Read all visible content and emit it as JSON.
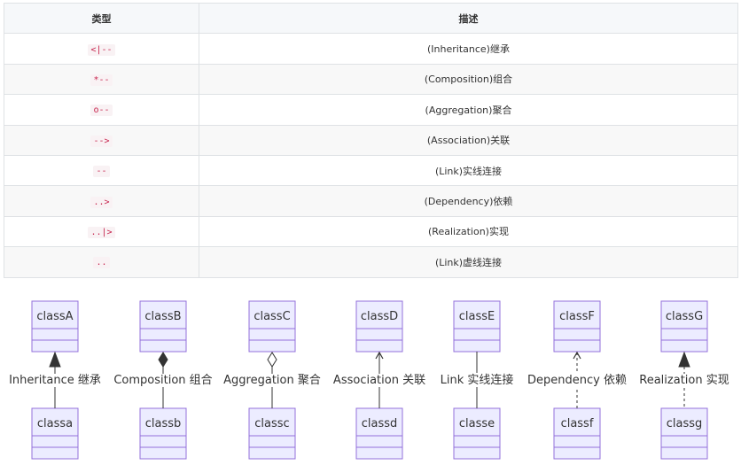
{
  "table": {
    "headers": [
      "类型",
      "描述"
    ],
    "rows": [
      {
        "type": "<|--",
        "desc": "(Inheritance)继承"
      },
      {
        "type": "*--",
        "desc": "(Composition)组合"
      },
      {
        "type": "o--",
        "desc": "(Aggregation)聚合"
      },
      {
        "type": "-->",
        "desc": "(Association)关联"
      },
      {
        "type": "--",
        "desc": "(Link)实线连接"
      },
      {
        "type": "..>",
        "desc": "(Dependency)依赖"
      },
      {
        "type": "..|>",
        "desc": "(Realization)实现"
      },
      {
        "type": "..",
        "desc": "(Link)虚线连接"
      }
    ]
  },
  "diagram": {
    "colors": {
      "box_fill": "#ececff",
      "box_stroke": "#9370db",
      "line": "#333333"
    },
    "relations": [
      {
        "top": "classA",
        "bottom": "classa",
        "label": "Inheritance 继承",
        "kind": "inheritance",
        "dashed": false
      },
      {
        "top": "classB",
        "bottom": "classb",
        "label": "Composition 组合",
        "kind": "composition",
        "dashed": false
      },
      {
        "top": "classC",
        "bottom": "classc",
        "label": "Aggregation 聚合",
        "kind": "aggregation",
        "dashed": false
      },
      {
        "top": "classD",
        "bottom": "classd",
        "label": "Association 关联",
        "kind": "association",
        "dashed": false
      },
      {
        "top": "classE",
        "bottom": "classe",
        "label": "Link 实线连接",
        "kind": "link",
        "dashed": false
      },
      {
        "top": "classF",
        "bottom": "classf",
        "label": "Dependency 依赖",
        "kind": "association",
        "dashed": true
      },
      {
        "top": "classG",
        "bottom": "classg",
        "label": "Realization 实现",
        "kind": "inheritance",
        "dashed": true
      }
    ]
  }
}
